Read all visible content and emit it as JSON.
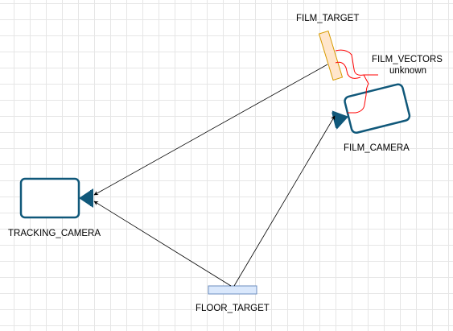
{
  "diagram": {
    "labels": {
      "film_target": "FILM_TARGET",
      "film_vectors": "FILM_VECTORS",
      "film_vectors_sub": "unknown",
      "film_camera": "FILM_CAMERA",
      "tracking_camera": "TRACKING_CAMERA",
      "floor_target": "FLOOR_TARGET"
    },
    "colors": {
      "camera_stroke": "#10587a",
      "camera_fill": "#10587a",
      "film_target_fill": "#ffe6cc",
      "film_target_stroke": "#d79b00",
      "floor_target_fill": "#dae8fc",
      "floor_target_stroke": "#6c8ebf",
      "vector_stroke": "#ff0000",
      "edge_stroke": "#000000",
      "grid": "#e6e6e6"
    },
    "icons": [
      "film-camera-icon",
      "tracking-camera-icon"
    ]
  }
}
